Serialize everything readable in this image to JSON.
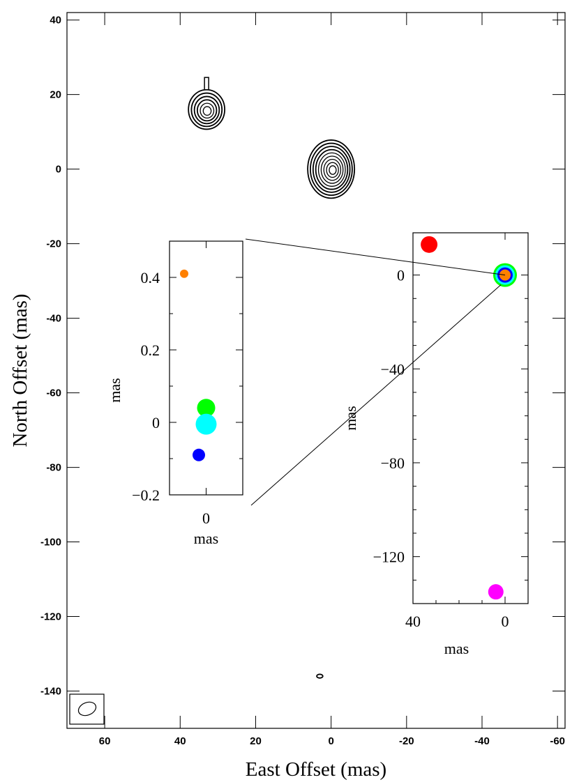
{
  "chart_data": [
    {
      "type": "contour",
      "xlabel": "East Offset (mas)",
      "ylabel": "North Offset (mas)",
      "xlim": [
        70,
        -62
      ],
      "ylim": [
        -150,
        42
      ],
      "xticks": [
        60,
        40,
        20,
        0,
        -20,
        -40,
        -60
      ],
      "yticks": [
        40,
        20,
        0,
        -20,
        -40,
        -60,
        -80,
        -100,
        -120,
        -140
      ],
      "sources": [
        {
          "name": "",
          "x": 0,
          "y": 0,
          "levels": 9
        },
        {
          "name": "",
          "x": 33,
          "y": 16,
          "levels": 6
        },
        {
          "name": "",
          "x": 3,
          "y": -136,
          "levels": 1
        }
      ],
      "beam": {
        "shown": true,
        "position": "bottom-left"
      }
    },
    {
      "type": "scatter",
      "xlabel": "mas",
      "ylabel": "mas",
      "xlim": [
        40,
        -10
      ],
      "ylim": [
        -140,
        18
      ],
      "xticks": [
        40,
        0
      ],
      "yticks": [
        0,
        -40,
        -80,
        -120
      ],
      "points": [
        {
          "x": 33,
          "y": 13,
          "color": "#ff0000"
        },
        {
          "x": 0,
          "y": 0,
          "color": "#00ff00"
        },
        {
          "x": 0,
          "y": 0,
          "color": "#00ffff"
        },
        {
          "x": 0,
          "y": 0,
          "color": "#0000ff"
        },
        {
          "x": 0,
          "y": 0,
          "color": "#ff8000"
        },
        {
          "x": 4,
          "y": -135,
          "color": "#ff00ff"
        }
      ]
    },
    {
      "type": "scatter",
      "xlabel": "mas",
      "ylabel": "mas",
      "xlim": [
        0.02,
        -0.02
      ],
      "ylim": [
        -0.2,
        0.5
      ],
      "xticks": [
        0
      ],
      "xticklabels": [
        "0"
      ],
      "yticks": [
        0.4,
        0.2,
        0,
        -0.2
      ],
      "yticklabels": [
        "0.4",
        "0.2",
        "0",
        "−0.2"
      ],
      "points": [
        {
          "x": 0.012,
          "y": 0.41,
          "color": "#ff8000"
        },
        {
          "x": 0.0,
          "y": 0.04,
          "color": "#00ff00"
        },
        {
          "x": 0.0,
          "y": -0.005,
          "color": "#00ffff"
        },
        {
          "x": 0.004,
          "y": -0.09,
          "color": "#0000ff"
        }
      ]
    }
  ]
}
